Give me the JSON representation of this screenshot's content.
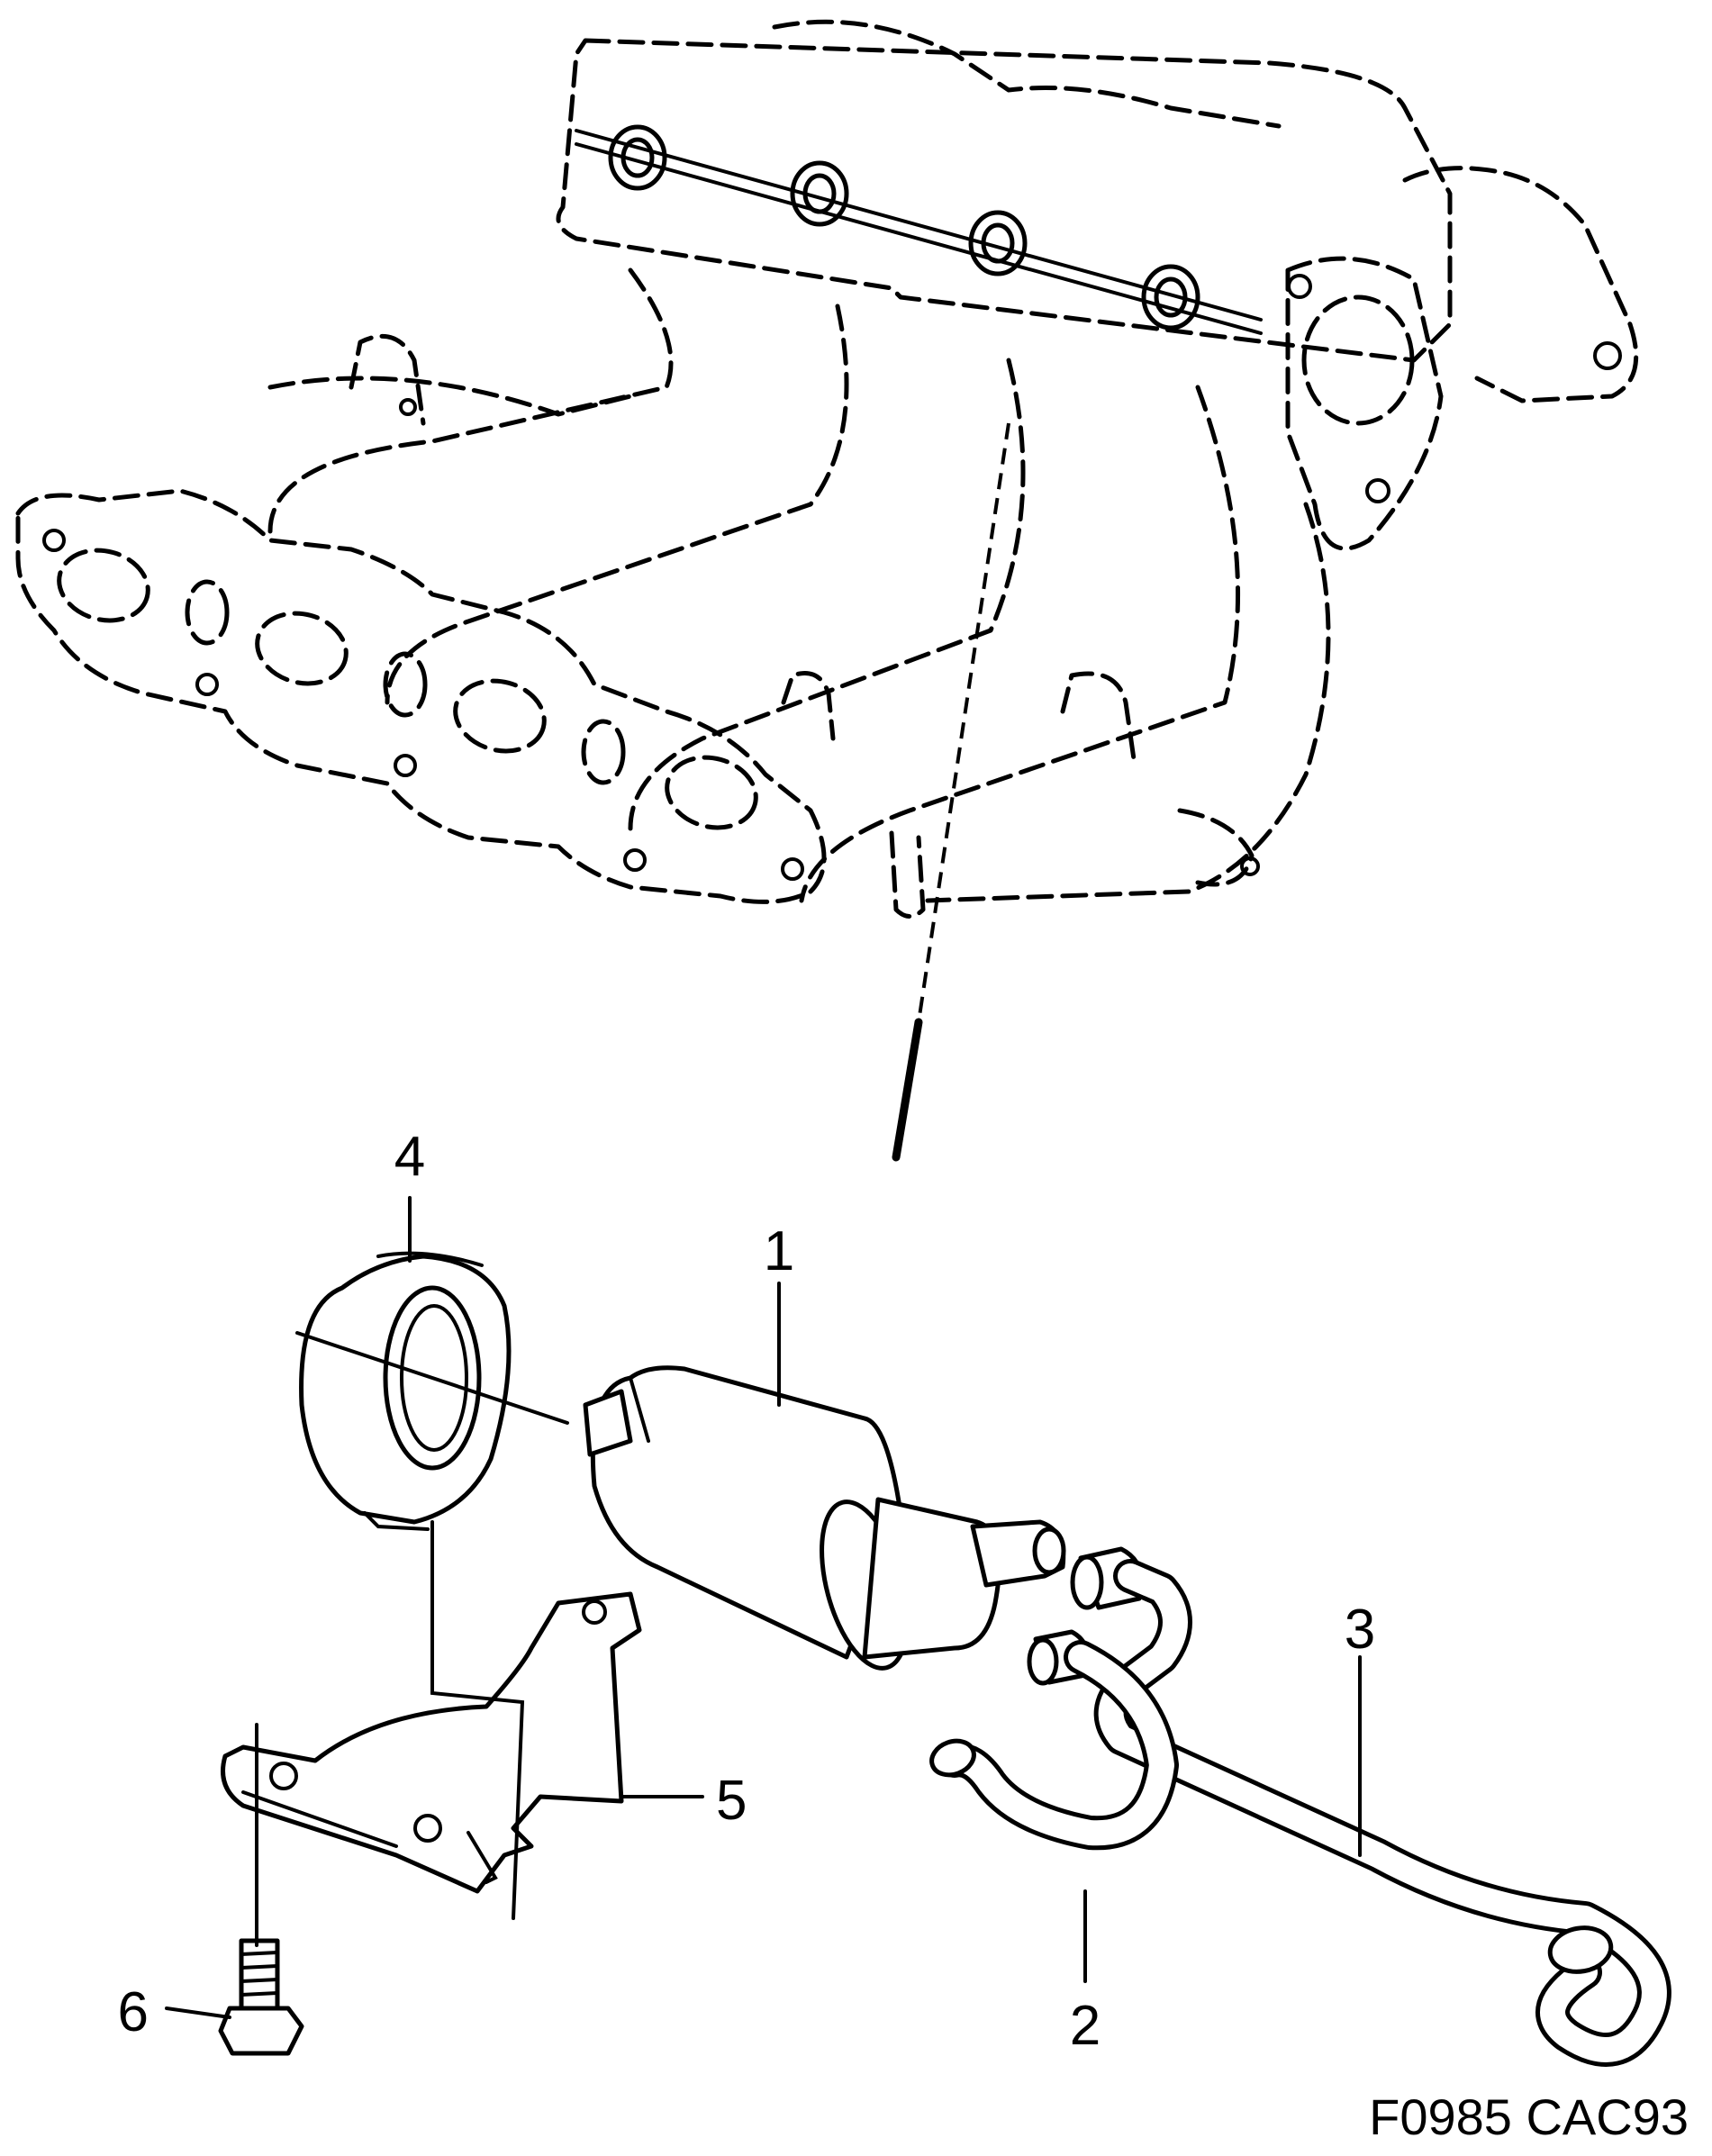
{
  "diagram": {
    "callouts": [
      {
        "id": "1",
        "label": "1"
      },
      {
        "id": "2",
        "label": "2"
      },
      {
        "id": "3",
        "label": "3"
      },
      {
        "id": "4",
        "label": "4"
      },
      {
        "id": "5",
        "label": "5"
      },
      {
        "id": "6",
        "label": "6"
      }
    ],
    "figure_code": "F0985 CAC93"
  }
}
